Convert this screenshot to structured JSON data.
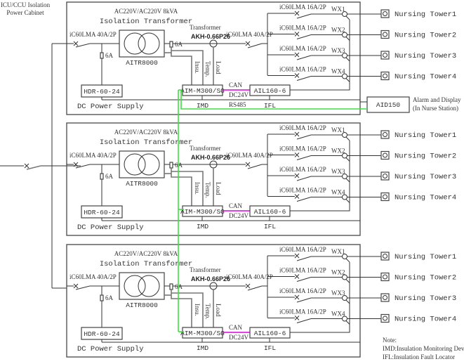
{
  "cabinet_title": [
    "ICU/CCU Isolation",
    "Power Cabinet"
  ],
  "main_breaker_label": "",
  "sections": [
    {
      "id": "section-1",
      "transformer_rating": "AC220V/AC220V 8kVA",
      "transformer_name": "Isolation Transformer",
      "transformer_model": "AITR8000",
      "input_breaker": "iC60LMA 40A/2P",
      "fuse_dc": "6A",
      "fuse_imd": "6A",
      "dc_supply_model": "HDR-60-24",
      "dc_supply_label": "DC Power Supply",
      "ct_label": "Transformer",
      "ct_model": "AKH-0.66P26",
      "output_breaker": "iC60LMA 40A/2P",
      "imd_inputs": [
        "Insu.",
        "Temp.",
        "Load"
      ],
      "imd_model": "AIM-M300/SG",
      "imd_label": "IMD",
      "ifl_model": "AIL160-6",
      "ifl_label": "IFL",
      "bus_labels": [
        "CAN",
        "DC24V",
        "RS485"
      ],
      "can_color": "#e000e0",
      "feeders": [
        {
          "breaker": "iC60LMA 16A/2P",
          "wx": "WX1",
          "load": "Nursing Tower1"
        },
        {
          "breaker": "iC60LMA 16A/2P",
          "wx": "WX2",
          "load": "Nursing Tower2"
        },
        {
          "breaker": "iC60LMA 16A/2P",
          "wx": "WX3",
          "load": "Nursing Tower3"
        },
        {
          "breaker": "iC60LMA 16A/2P",
          "wx": "WX4",
          "load": "Nursing Tower4"
        }
      ]
    },
    {
      "id": "section-2",
      "transformer_rating": "AC220V/AC220V 8kVA",
      "transformer_name": "Isolation Transformer",
      "transformer_model": "AITR8000",
      "input_breaker": "iC60LMA 40A/2P",
      "fuse_dc": "6A",
      "fuse_imd": "6A",
      "dc_supply_model": "HDR-60-24",
      "dc_supply_label": "DC Power Supply",
      "ct_label": "Transformer",
      "ct_model": "AKH-0.66P26",
      "output_breaker": "iC60LMA 40A/2P",
      "imd_inputs": [
        "Insu.",
        "Temp.",
        "Load"
      ],
      "imd_model": "AIM-M300/SG",
      "imd_label": "IMD",
      "ifl_model": "AIL160-6",
      "ifl_label": "IFL",
      "bus_labels": [
        "CAN",
        "DC24V"
      ],
      "can_color": "#3ee03e",
      "feeders": [
        {
          "breaker": "iC60LMA 16A/2P",
          "wx": "WX1",
          "load": "Nursing Tower1"
        },
        {
          "breaker": "iC60LMA 16A/2P",
          "wx": "WX2",
          "load": "Nursing Tower2"
        },
        {
          "breaker": "iC60LMA 16A/2P",
          "wx": "WX3",
          "load": "Nursing Tower3"
        },
        {
          "breaker": "iC60LMA 16A/2P",
          "wx": "WX4",
          "load": "Nursing Tower4"
        }
      ]
    },
    {
      "id": "section-3",
      "transformer_rating": "AC220V/AC220V 8kVA",
      "transformer_name": "Isolation Transformer",
      "transformer_model": "AITR8000",
      "input_breaker": "iC60LMA 40A/2P",
      "fuse_dc": "6A",
      "fuse_imd": "6A",
      "dc_supply_model": "HDR-60-24",
      "dc_supply_label": "DC Power Supply",
      "ct_label": "Transformer",
      "ct_model": "AKH-0.66P26",
      "output_breaker": "iC60LMA 40A/2P",
      "imd_inputs": [
        "Insu.",
        "Temp.",
        "Load"
      ],
      "imd_model": "AIM-M300/SG",
      "imd_label": "IMD",
      "ifl_model": "AIL160-6",
      "ifl_label": "IFL",
      "bus_labels": [
        "CAN",
        "DC24V"
      ],
      "can_color": "#3ee03e",
      "feeders": [
        {
          "breaker": "iC60LMA 16A/2P",
          "wx": "WX1",
          "load": "Nursing Tower1"
        },
        {
          "breaker": "iC60LMA 16A/2P",
          "wx": "WX2",
          "load": "Nursing Tower2"
        },
        {
          "breaker": "iC60LMA 16A/2P",
          "wx": "WX3",
          "load": "Nursing Tower3"
        },
        {
          "breaker": "iC60LMA 16A/2P",
          "wx": "WX4",
          "load": "Nursing Tower4"
        }
      ]
    }
  ],
  "alarm_display": {
    "model": "AID150",
    "label_line1": "Alarm and Display",
    "label_line2": "(In Nurse Station)"
  },
  "note": {
    "title": "Note:",
    "lines": [
      "IMD:Insulation Monitoring Device",
      "IFL:Insulation Fault Locator"
    ]
  },
  "colors": {
    "line": "#333333",
    "rs485_link": "#3ee03e",
    "can_link_section1": "#e000e0"
  }
}
